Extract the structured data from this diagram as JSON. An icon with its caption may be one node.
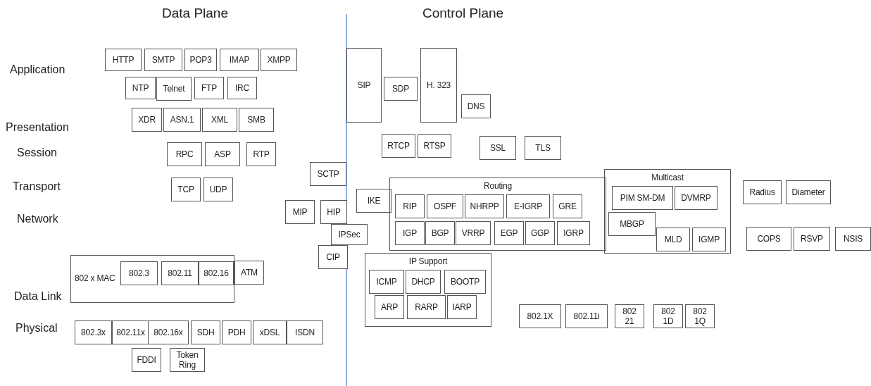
{
  "diagram": {
    "nodes": [
      {
        "text": [
          "HTTP"
        ]
      },
      {
        "text": [
          "SMTP"
        ]
      },
      {
        "text": [
          "POP3"
        ]
      },
      {
        "text": [
          "IMAP"
        ]
      },
      {
        "text": [
          "XMPP"
        ]
      },
      {
        "text": [
          "NTP"
        ]
      },
      {
        "text": [
          "Telnet"
        ]
      },
      {
        "text": [
          "FTP"
        ]
      },
      {
        "text": [
          "IRC"
        ]
      },
      {
        "text": [
          "XDR"
        ]
      },
      {
        "text": [
          "ASN.1"
        ]
      },
      {
        "text": [
          "XML"
        ]
      },
      {
        "text": [
          "SMB"
        ]
      },
      {
        "text": [
          "RPC"
        ]
      },
      {
        "text": [
          "ASP"
        ]
      },
      {
        "text": [
          "RTP"
        ]
      },
      {
        "text": [
          "SCTP"
        ]
      },
      {
        "text": [
          "TCP"
        ]
      },
      {
        "text": [
          "UDP"
        ]
      },
      {
        "text": [
          "MIP"
        ]
      },
      {
        "text": [
          "HIP"
        ]
      },
      {
        "text": [
          "IPSec"
        ]
      },
      {
        "text": [
          "CIP"
        ]
      },
      {
        "text": [
          "802 x MAC"
        ]
      },
      {
        "text": [
          "802.3"
        ],
        "in": 23
      },
      {
        "text": [
          "802.11"
        ],
        "in": 23
      },
      {
        "text": [
          "802.16"
        ],
        "in": 23
      },
      {
        "text": [
          "ATM"
        ]
      },
      {
        "text": [
          "802.3x"
        ]
      },
      {
        "text": [
          "802.11x"
        ]
      },
      {
        "text": [
          "802.16x"
        ]
      },
      {
        "text": [
          "SDH"
        ]
      },
      {
        "text": [
          "PDH"
        ]
      },
      {
        "text": [
          "xDSL"
        ]
      },
      {
        "text": [
          "ISDN"
        ]
      },
      {
        "text": [
          "FDDI"
        ]
      },
      {
        "text": [
          "Token Ring"
        ]
      },
      {
        "text": [
          "SIP"
        ]
      },
      {
        "text": [
          "SDP"
        ]
      },
      {
        "text": [
          "H. 323"
        ]
      },
      {
        "text": [
          "DNS"
        ]
      },
      {
        "text": [
          "RTCP"
        ]
      },
      {
        "text": [
          "RTSP"
        ]
      },
      {
        "text": [
          "SSL"
        ]
      },
      {
        "text": [
          "TLS"
        ]
      },
      {
        "text": [
          "IKE"
        ]
      },
      {
        "text": [
          "Routing"
        ]
      },
      {
        "text": [
          "RIP"
        ],
        "in": 46
      },
      {
        "text": [
          "OSPF"
        ],
        "in": 46
      },
      {
        "text": [
          "NHRPP"
        ],
        "in": 46
      },
      {
        "text": [
          "E-IGRP"
        ],
        "in": 46
      },
      {
        "text": [
          "GRE"
        ],
        "in": 46
      },
      {
        "text": [
          "IGP"
        ],
        "in": 46
      },
      {
        "text": [
          "BGP"
        ],
        "in": 46
      },
      {
        "text": [
          "VRRP"
        ],
        "in": 46
      },
      {
        "text": [
          "EGP"
        ],
        "in": 46
      },
      {
        "text": [
          "GGP"
        ],
        "in": 46
      },
      {
        "text": [
          "IGRP"
        ],
        "in": 46
      },
      {
        "text": [
          "IP Support"
        ]
      },
      {
        "text": [
          "ICMP"
        ],
        "in": 58
      },
      {
        "text": [
          "DHCP"
        ],
        "in": 58
      },
      {
        "text": [
          "BOOTP"
        ],
        "in": 58
      },
      {
        "text": [
          "ARP"
        ],
        "in": 58
      },
      {
        "text": [
          "RARP"
        ],
        "in": 58
      },
      {
        "text": [
          "IARP"
        ],
        "in": 58
      },
      {
        "text": [
          "Multicast"
        ]
      },
      {
        "text": [
          "PIM SM-DM"
        ],
        "in": 65
      },
      {
        "text": [
          "DVMRP"
        ],
        "in": 65
      },
      {
        "text": [
          "MBGP"
        ],
        "in": 65
      },
      {
        "text": [
          "MLD"
        ],
        "in": 65
      },
      {
        "text": [
          "IGMP"
        ],
        "in": 65
      },
      {
        "text": [
          "Radius"
        ]
      },
      {
        "text": [
          "Diameter"
        ]
      },
      {
        "text": [
          "COPS"
        ]
      },
      {
        "text": [
          "RSVP"
        ]
      },
      {
        "text": [
          "NSIS"
        ]
      },
      {
        "text": [
          "802.1X"
        ]
      },
      {
        "text": [
          "802.11i"
        ]
      },
      {
        "text": [
          "802 21"
        ]
      },
      {
        "text": [
          "802 1D"
        ]
      },
      {
        "text": [
          "802 1Q"
        ]
      }
    ],
    "labels": [
      "Data Plane",
      "Control Plane",
      "Application",
      "Presentation",
      "Session",
      "Transport",
      "Network",
      "Data Link",
      "Physical"
    ]
  }
}
